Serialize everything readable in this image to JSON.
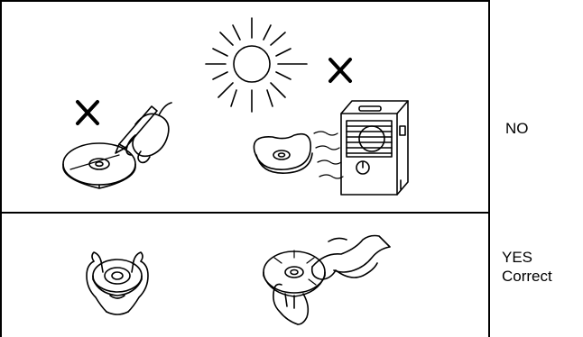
{
  "labels": {
    "no": "NO",
    "yes": "YES",
    "correct": "Correct"
  },
  "panels": {
    "top": {
      "items": [
        "pencil-writing-on-disc",
        "disc-warped-by-sun",
        "heater-warming-disc"
      ],
      "mark": "cross"
    },
    "bottom": {
      "items": [
        "hands-holding-disc-by-edges",
        "hand-cleaning-disc-with-cloth"
      ]
    }
  },
  "colors": {
    "line": "#000000",
    "background": "#ffffff"
  }
}
